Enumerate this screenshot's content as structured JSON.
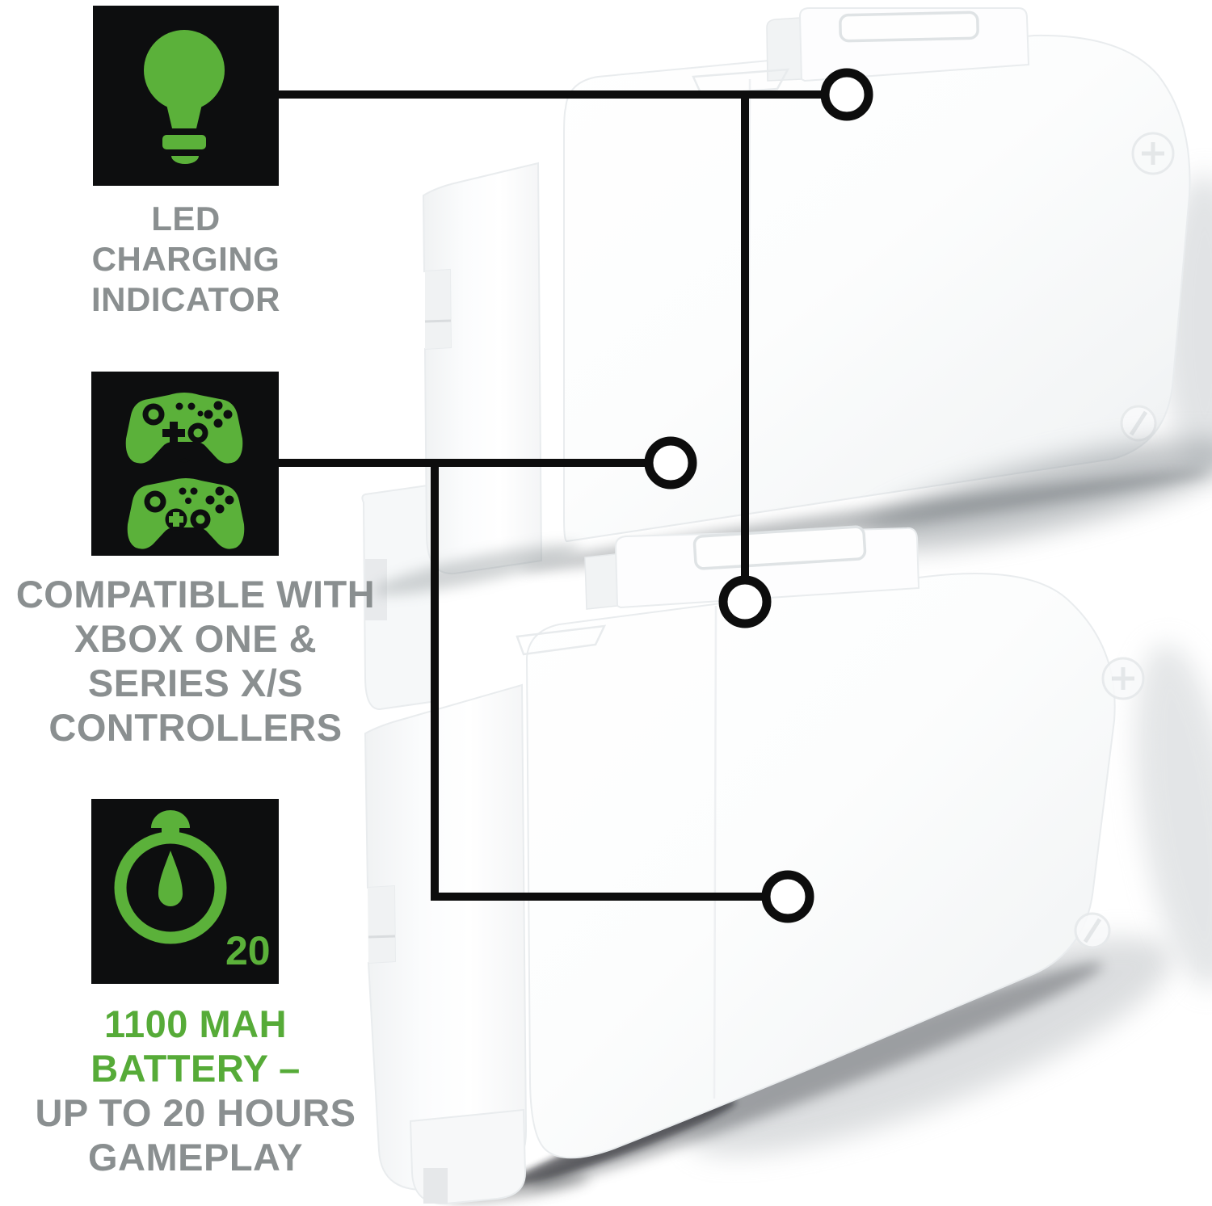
{
  "page": {
    "background": "#ffffff",
    "kind": "product feature callout infographic"
  },
  "palette": {
    "icon_green": "#5bb13a",
    "text_green": "#56ab38",
    "text_gray": "#8a8f90",
    "panel_black": "#0d0e0f",
    "callout_black": "#0d0d0d"
  },
  "features": [
    {
      "id": "led-charging-indicator",
      "icon": "lightbulb-icon",
      "caption_lines": [
        "LED",
        "CHARGING",
        "INDICATOR"
      ]
    },
    {
      "id": "controller-compatibility",
      "icon": "xbox-controllers-icon",
      "caption_lines": [
        "COMPATIBLE WITH",
        "XBOX ONE &",
        "SERIES X/S",
        "CONTROLLERS"
      ]
    },
    {
      "id": "battery-capacity",
      "icon": "stopwatch-icon",
      "badge": "20",
      "caption_lines": [
        "1100 MAH",
        "BATTERY –",
        "UP TO 20 HOURS",
        "GAMEPLAY"
      ]
    }
  ]
}
